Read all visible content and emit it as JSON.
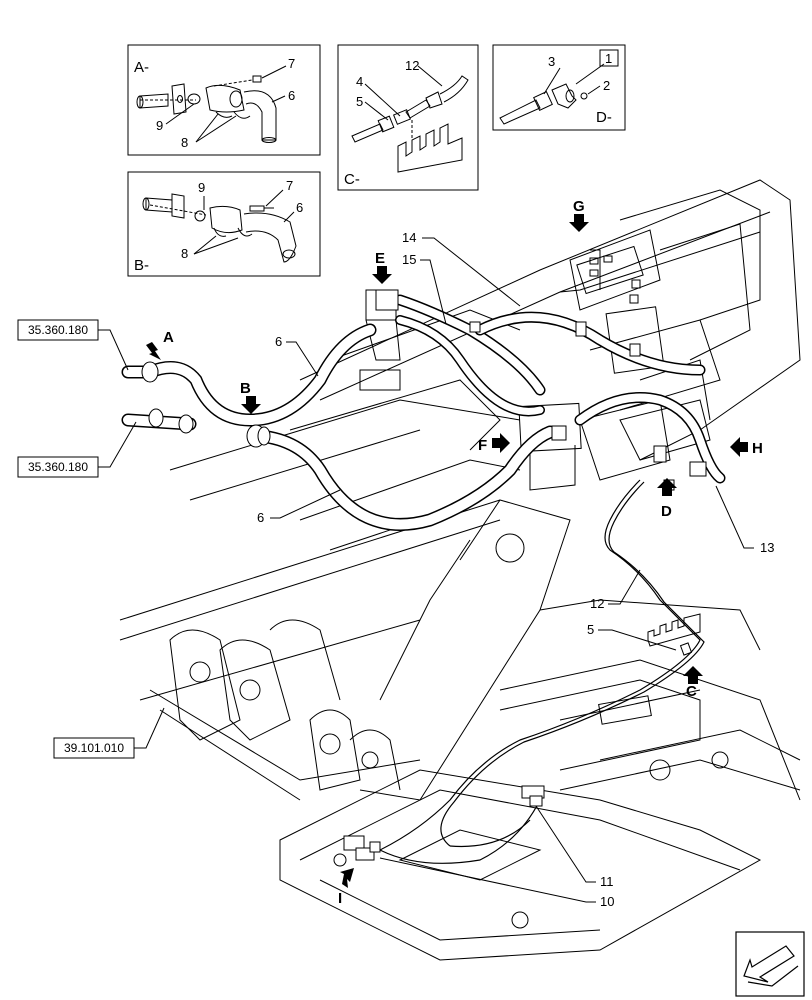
{
  "insets": {
    "a": {
      "tag": "A-",
      "callouts": {
        "c7": "7",
        "c6": "6",
        "c9": "9",
        "c8": "8"
      }
    },
    "b": {
      "tag": "B-",
      "callouts": {
        "c9": "9",
        "c7": "7",
        "c6": "6",
        "c8": "8"
      }
    },
    "c": {
      "tag": "C-",
      "callouts": {
        "c12": "12",
        "c4": "4",
        "c5": "5"
      }
    },
    "d": {
      "tag": "D-",
      "callouts": {
        "c3": "3",
        "c1": "1",
        "c2": "2"
      }
    }
  },
  "references": {
    "r1": "35.360.180",
    "r2": "35.360.180",
    "r3": "39.101.010"
  },
  "view_arrows": {
    "a": "A",
    "b": "B",
    "c": "C",
    "d": "D",
    "e": "E",
    "f": "F",
    "g": "G",
    "h": "H",
    "i": "I"
  },
  "callouts": {
    "c14": "14",
    "c15": "15",
    "c6a": "6",
    "c6b": "6",
    "c13": "13",
    "c12": "12",
    "c5": "5",
    "c11": "11",
    "c10": "10"
  },
  "icons": {
    "corner": "direction-arrow-icon"
  }
}
